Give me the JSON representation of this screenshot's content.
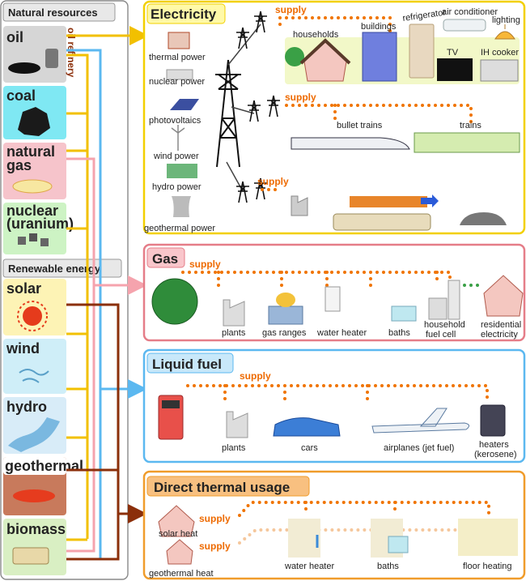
{
  "colors": {
    "oil_line": "#5bb8f0",
    "gas_line": "#f5a3ad",
    "renew_line": "#8b2f0a",
    "fossil_line": "#f2c000",
    "supply_dot": "#f07400",
    "supply_dot_light": "#f5c79c",
    "electricity_border": "#f2d000",
    "gas_border": "#e57d88",
    "liquid_border": "#5bb8f0",
    "thermal_border": "#f09c2b"
  },
  "icons": {
    "pylon": "transmission-tower",
    "house": "house",
    "factory": "factory",
    "tank": "gas-tank",
    "pump": "fuel-pump"
  },
  "sources": {
    "natural_header": "Natural resources",
    "renewable_header": "Renewable energy",
    "oil": "oil",
    "oil_refinery": "oil refinery",
    "coal": "coal",
    "natural_gas_1": "natural",
    "natural_gas_2": "gas",
    "nuclear_1": "nuclear",
    "nuclear_2": "(uranium)",
    "solar": "solar",
    "wind": "wind",
    "hydro": "hydro",
    "geothermal": "geothermal",
    "biomass": "biomass"
  },
  "electricity": {
    "title": "Electricity",
    "supply": "supply",
    "plants": [
      "thermal power",
      "nuclear power",
      "photovoltaics",
      "wind power",
      "hydro power",
      "geothermal power"
    ],
    "households": "households",
    "buildings": "buildings",
    "refrigerator": "refrigerator",
    "air_conditioner": "air conditioner",
    "lighting": "lighting",
    "tv": "TV",
    "ih_cooker": "IH cooker",
    "bullet_trains": "bullet trains",
    "trains": "trains"
  },
  "gas": {
    "title": "Gas",
    "supply": "supply",
    "plants": "plants",
    "gas_ranges": "gas ranges",
    "water_heater": "water heater",
    "baths": "baths",
    "fuel_cell_1": "household",
    "fuel_cell_2": "fuel cell",
    "residential_1": "residential",
    "residential_2": "electricity"
  },
  "liquid": {
    "title": "Liquid fuel",
    "supply": "supply",
    "plants": "plants",
    "cars": "cars",
    "airplanes": "airplanes (jet fuel)",
    "heaters_1": "heaters",
    "heaters_2": "(kerosene)"
  },
  "thermal": {
    "title": "Direct thermal usage",
    "supply": "supply",
    "solar_heat": "solar heat",
    "geothermal_heat": "geothermal heat",
    "water_heater": "water heater",
    "baths": "baths",
    "floor_heating": "floor heating"
  }
}
